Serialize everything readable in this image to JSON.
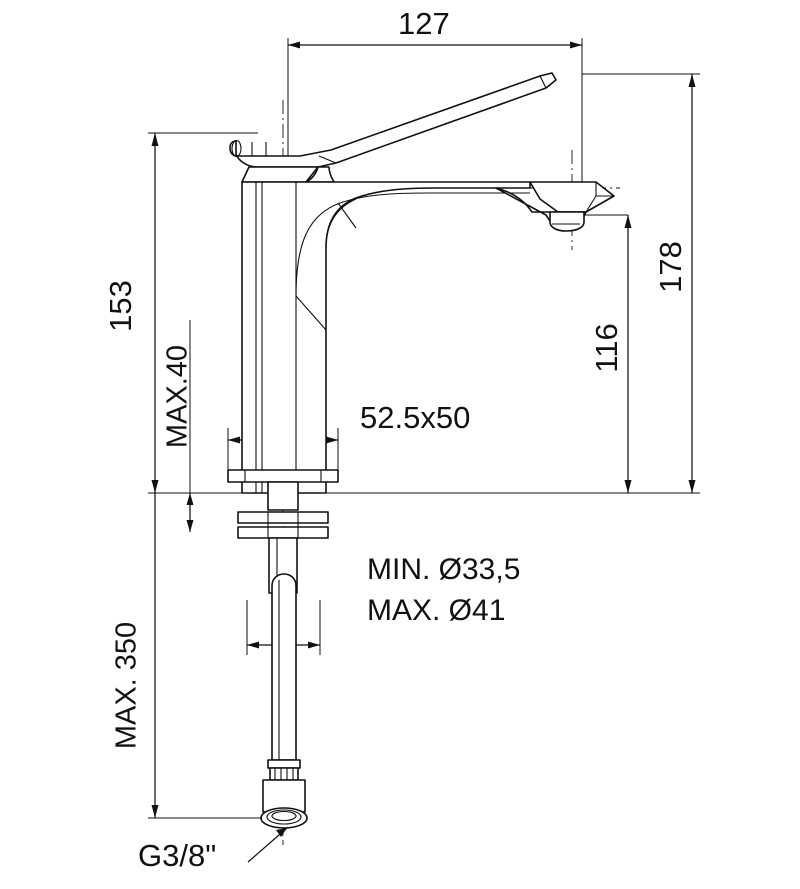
{
  "drawing": {
    "type": "technical-dimension-drawing",
    "subject": "single-lever basin mixer tap",
    "units": "mm",
    "line_color": "#111111",
    "background_color": "#ffffff"
  },
  "dimensions": {
    "spout_reach": {
      "label": "127",
      "value": 127,
      "orientation": "horizontal",
      "position": "top"
    },
    "body_height": {
      "label": "153",
      "value": 153,
      "orientation": "vertical-rotated",
      "position": "left"
    },
    "deck_thickness_max": {
      "label": "MAX.40",
      "value": 40,
      "orientation": "vertical-rotated",
      "position": "left-inner"
    },
    "hose_length_max": {
      "label": "MAX. 350",
      "value": 350,
      "orientation": "vertical-rotated",
      "position": "lower-left"
    },
    "spout_height": {
      "label": "116",
      "value": 116,
      "orientation": "vertical-rotated",
      "position": "right-inner"
    },
    "total_height": {
      "label": "178",
      "value": 178,
      "orientation": "vertical-rotated",
      "position": "right-outer"
    },
    "base_footprint": {
      "label": "52.5x50",
      "value": "52.5x50",
      "orientation": "horizontal",
      "position": "center"
    },
    "hole_min": {
      "label": "MIN. Ø33,5",
      "value": 33.5,
      "orientation": "horizontal",
      "position": "center-lower"
    },
    "hole_max": {
      "label": "MAX. Ø41",
      "value": 41,
      "orientation": "horizontal",
      "position": "center-lower"
    },
    "thread": {
      "label": "G3/8\"",
      "value": "G3/8\"",
      "orientation": "horizontal",
      "position": "bottom-left",
      "leader": true
    }
  }
}
